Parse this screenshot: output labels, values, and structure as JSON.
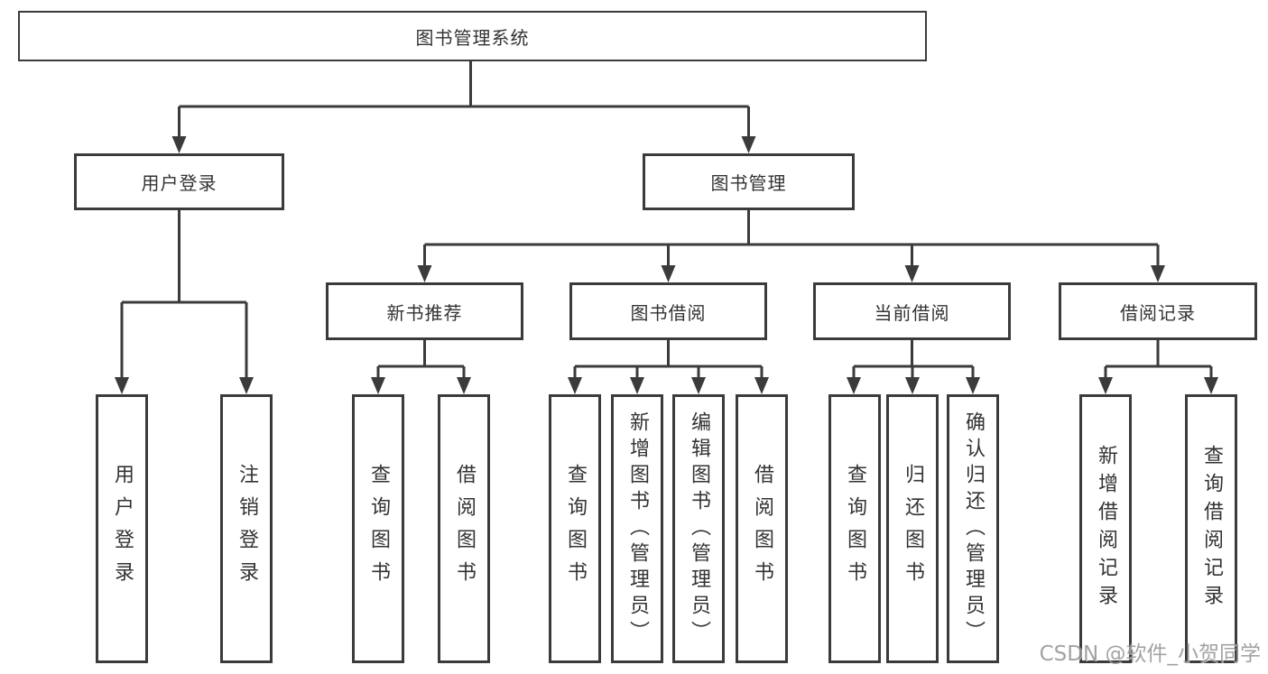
{
  "diagram": {
    "root": {
      "label": "图书管理系统"
    },
    "branches": [
      {
        "label": "用户登录",
        "children": [
          {
            "label": "用户登录"
          },
          {
            "label": "注销登录"
          }
        ]
      },
      {
        "label": "图书管理",
        "children": [
          {
            "label": "新书推荐",
            "children": [
              {
                "label": "查询图书"
              },
              {
                "label": "借阅图书"
              }
            ]
          },
          {
            "label": "图书借阅",
            "children": [
              {
                "label": "查询图书"
              },
              {
                "label": "新增图书（管理员）"
              },
              {
                "label": "编辑图书（管理员）"
              },
              {
                "label": "借阅图书"
              }
            ]
          },
          {
            "label": "当前借阅",
            "children": [
              {
                "label": "查询图书"
              },
              {
                "label": "归还图书"
              },
              {
                "label": "确认归还（管理员）"
              }
            ]
          },
          {
            "label": "借阅记录",
            "children": [
              {
                "label": "新增借阅记录"
              },
              {
                "label": "查询借阅记录"
              }
            ]
          }
        ]
      }
    ]
  },
  "watermark": {
    "text": "CSDN @软件_小贺同学"
  },
  "colors": {
    "line": "#3b3b3b",
    "box_border": "#3b3b3b",
    "text": "#333333",
    "watermark": "#969696",
    "background": "#ffffff"
  }
}
